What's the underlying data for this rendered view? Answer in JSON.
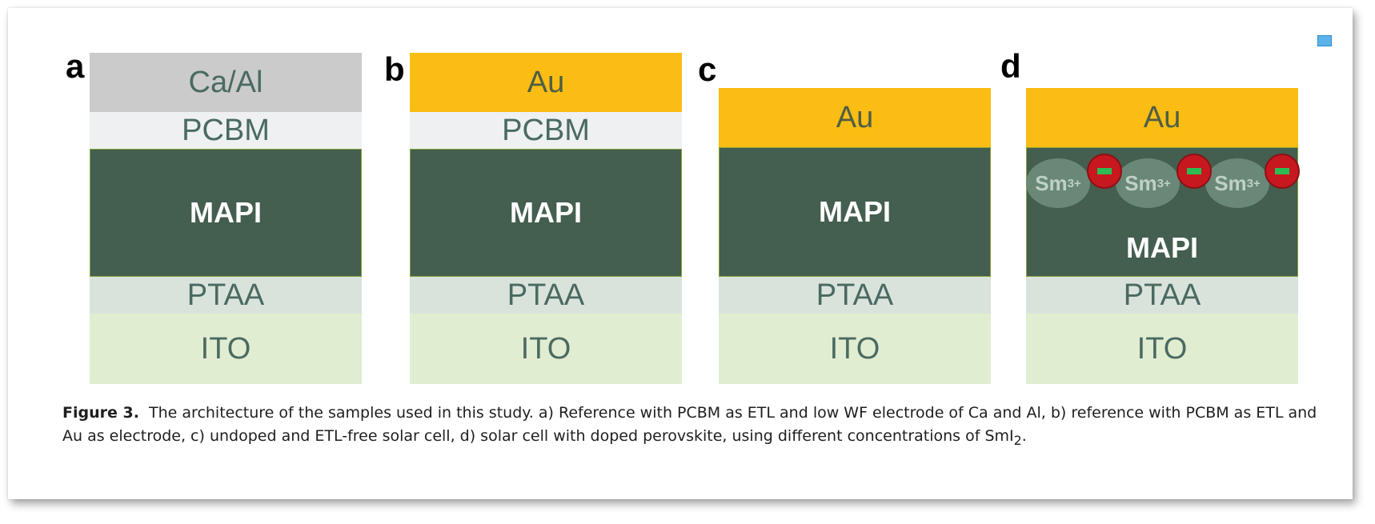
{
  "panels": {
    "a": {
      "label": "a",
      "layers": [
        "Ca/Al",
        "PCBM",
        "MAPI",
        "PTAA",
        "ITO"
      ]
    },
    "b": {
      "label": "b",
      "layers": [
        "Au",
        "PCBM",
        "MAPI",
        "PTAA",
        "ITO"
      ]
    },
    "c": {
      "label": "c",
      "layers": [
        "Au",
        "MAPI",
        "PTAA",
        "ITO"
      ]
    },
    "d": {
      "label": "d",
      "layers": [
        "Au",
        "MAPI",
        "PTAA",
        "ITO"
      ],
      "ion_label": "Sm",
      "ion_charge": "3+"
    }
  },
  "caption": {
    "figure_label": "Figure 3.",
    "text": "The architecture of the samples used in this study. a) Reference with PCBM as ETL and low WF electrode of Ca and Al, b) reference with PCBM as ETL and Au as electrode, c) undoped and ETL-free solar cell, d) solar cell with doped perovskite, using different concentrations of SmI",
    "subscript": "2",
    "end": "."
  },
  "colors": {
    "electrode_grey": "#cbcbcb",
    "gold": "#fbbd13",
    "pcbm": "#eef0f1",
    "mapi": "#445e4f",
    "ptaa": "#d9e3dc",
    "ito": "#e1edd0",
    "ion_red": "#c8181f",
    "ion_green": "#2bbc54"
  }
}
